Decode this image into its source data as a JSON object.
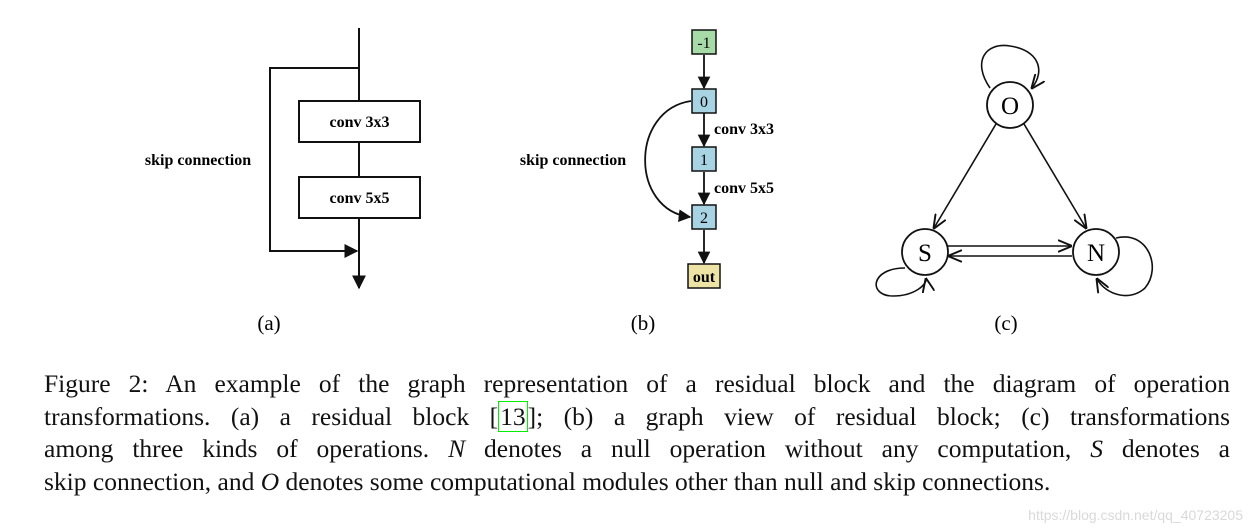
{
  "panel_a": {
    "skip_label": "skip connection",
    "block1": "conv 3x3",
    "block2": "conv 5x5",
    "sub": "(a)"
  },
  "panel_b": {
    "nodes": [
      "-1",
      "0",
      "1",
      "2",
      "out"
    ],
    "edge_labels": [
      "conv 3x3",
      "conv 5x5"
    ],
    "skip_label": "skip connection",
    "sub": "(b)",
    "colors": {
      "input": "#a6dba8",
      "mid": "#a7d3e3",
      "out": "#ede3a5"
    }
  },
  "panel_c": {
    "nodes": [
      "O",
      "S",
      "N"
    ],
    "sub": "(c)"
  },
  "caption": {
    "l1": "Figure 2: An example of the graph representation of a residual block and the diagram of operation",
    "l2a": "transformations. (a) a residual block [",
    "ref": "13",
    "l2b": "]; (b) a graph view of residual block; (c) transformations",
    "l3a": "among three kinds of operations. ",
    "N": "N",
    "l3b": " denotes a null operation without any computation, ",
    "S": "S",
    "l3c": " denotes a",
    "l4a": "skip connection, and ",
    "O": "O",
    "l4b": " denotes some computational modules other than null and skip connections."
  },
  "watermark": "https://blog.csdn.net/qq_40723205"
}
